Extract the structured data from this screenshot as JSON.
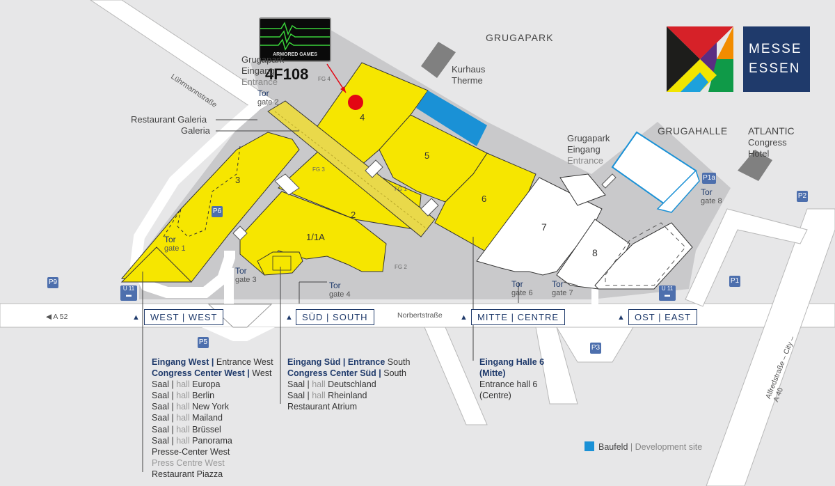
{
  "brand": {
    "messe": "MESSE",
    "essen": "ESSEN",
    "colors": [
      "#d62128",
      "#f2e500",
      "#0f9a48",
      "#f28c00",
      "#5a2d82",
      "#1da1dc",
      "#1d1d1b"
    ],
    "box_color": "#1f3a6b"
  },
  "overlay": {
    "booth": "4F108",
    "logo_text": "ARMORED GAMES",
    "marker_color": "#e30613"
  },
  "places": {
    "grugapark": "GRUGAPARK",
    "kurhaus": "Kurhaus",
    "therme": "Therme",
    "grugahalle": "GRUGAHALLE",
    "atlantic_1": "ATLANTIC",
    "atlantic_2": "Congress",
    "atlantic_3": "Hotel",
    "grugapark_eingang_1": "Grugapark",
    "grugapark_eingang_2": "Eingang",
    "grugapark_eingang_3": "Entrance",
    "grugapark_nw_1": "Grugapark",
    "grugapark_nw_2": "Eingang",
    "grugapark_nw_3": "Entrance",
    "restaurant_galeria": "Restaurant Galeria",
    "galeria": "Galeria"
  },
  "halls": {
    "h1": "1/1A",
    "h2": "2",
    "h3": "3",
    "h4": "4",
    "h5": "5",
    "h6": "6",
    "h7": "7",
    "h8": "8"
  },
  "foyers": {
    "fg1": "FG 1",
    "fg2": "FG 2",
    "fg3": "FG 3",
    "fg4": "FG 4"
  },
  "gates": {
    "tor": "Tor",
    "g1": "gate 1",
    "g2": "gate 2",
    "g3": "gate 3",
    "g4": "gate 4",
    "g6": "gate 6",
    "g7": "gate 7",
    "g8": "gate 8"
  },
  "parking": {
    "p1": "P1",
    "p1a": "P1a",
    "p2": "P2",
    "p3": "P3",
    "p5": "P5",
    "p6": "P6",
    "p9": "P9"
  },
  "ubahn": {
    "label": "U 11"
  },
  "streets": {
    "luehrmann": "Lührmannstraße",
    "a52": "A 52",
    "norbert": "Norbertstraße",
    "alfred": "Alfredstraße – City – A 40"
  },
  "entrances": {
    "west": "WEST | WEST",
    "sued": "SÜD | SOUTH",
    "mitte": "MITTE | CENTRE",
    "ost": "OST | EAST"
  },
  "west_list": {
    "l1a": "Eingang West | ",
    "l1b": "Entrance West",
    "l2a": "Congress Center West | ",
    "l2b": "West",
    "saal": "Saal | ",
    "hall": "hall ",
    "h1": "Europa",
    "h2": "Berlin",
    "h3": "New York",
    "h4": "Mailand",
    "h5": "Brüssel",
    "h6": "Panorama",
    "l9": "Presse-Center West",
    "l10": "Press Centre West",
    "l11": "Restaurant Piazza"
  },
  "south_list": {
    "l1a": "Eingang Süd | Entrance",
    "l1b": " South",
    "l2a": "Congress Center Süd | ",
    "l2b": "South",
    "saal": "Saal | ",
    "hall": "hall ",
    "h1": "Deutschland",
    "h2": "Rheinland",
    "l5": "Restaurant Atrium"
  },
  "centre_list": {
    "l1": "Eingang Halle 6",
    "l2": "(Mitte)",
    "l3": "Entrance hall 6",
    "l4": "(Centre)"
  },
  "legend": {
    "baufeld": "Baufeld",
    "sep": "|",
    "dev": "Development site",
    "color": "#1a91d6"
  }
}
